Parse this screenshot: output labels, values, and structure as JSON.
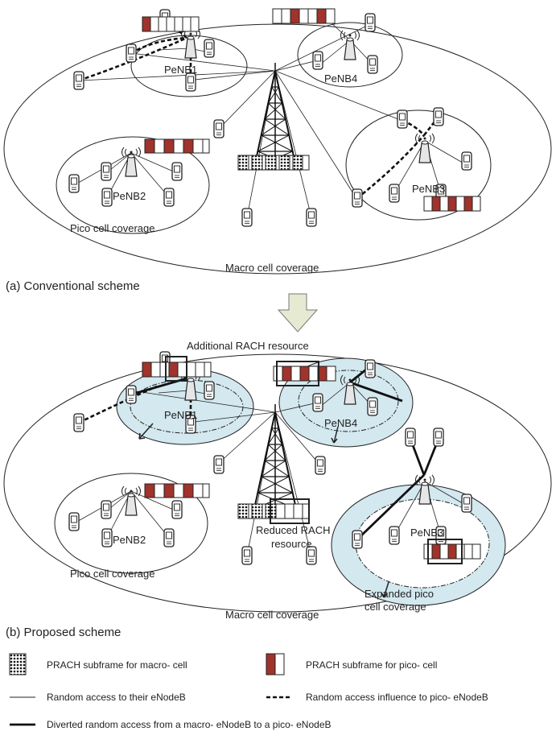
{
  "panel_a": {
    "caption": "(a) Conventional scheme",
    "macro_coverage_label": "Macro cell coverage",
    "pico_coverage_label": "Pico cell coverage",
    "pico_labels": [
      "PeNB1",
      "PeNB2",
      "PeNB3",
      "PeNB4"
    ]
  },
  "panel_b": {
    "caption": "(b) Proposed scheme",
    "macro_coverage_label": "Macro cell coverage",
    "pico_coverage_label": "Pico cell coverage",
    "pico_labels": [
      "PeNB1",
      "PeNB2",
      "PeNB3",
      "PeNB4"
    ],
    "additional_rach": "Additional RACH resource",
    "reduced_rach_line1": "Reduced RACH",
    "reduced_rach_line2": "resource",
    "expanded_line1": "Expanded pico",
    "expanded_line2": "cell coverage"
  },
  "legend": {
    "macro_subframe": "PRACH subframe for macro- cell",
    "pico_subframe": "PRACH subframe for pico- cell",
    "thin_line": "Random access to their eNodeB",
    "dashed_line": "Random access influence to pico- eNodeB",
    "thick_line": "Diverted random access from a macro- eNodeB to a pico- eNodeB"
  },
  "colors": {
    "pico_subframe": "#a0332b",
    "expanded_area": "#d3e8ef",
    "arrow_fill": "#e7ead2"
  }
}
